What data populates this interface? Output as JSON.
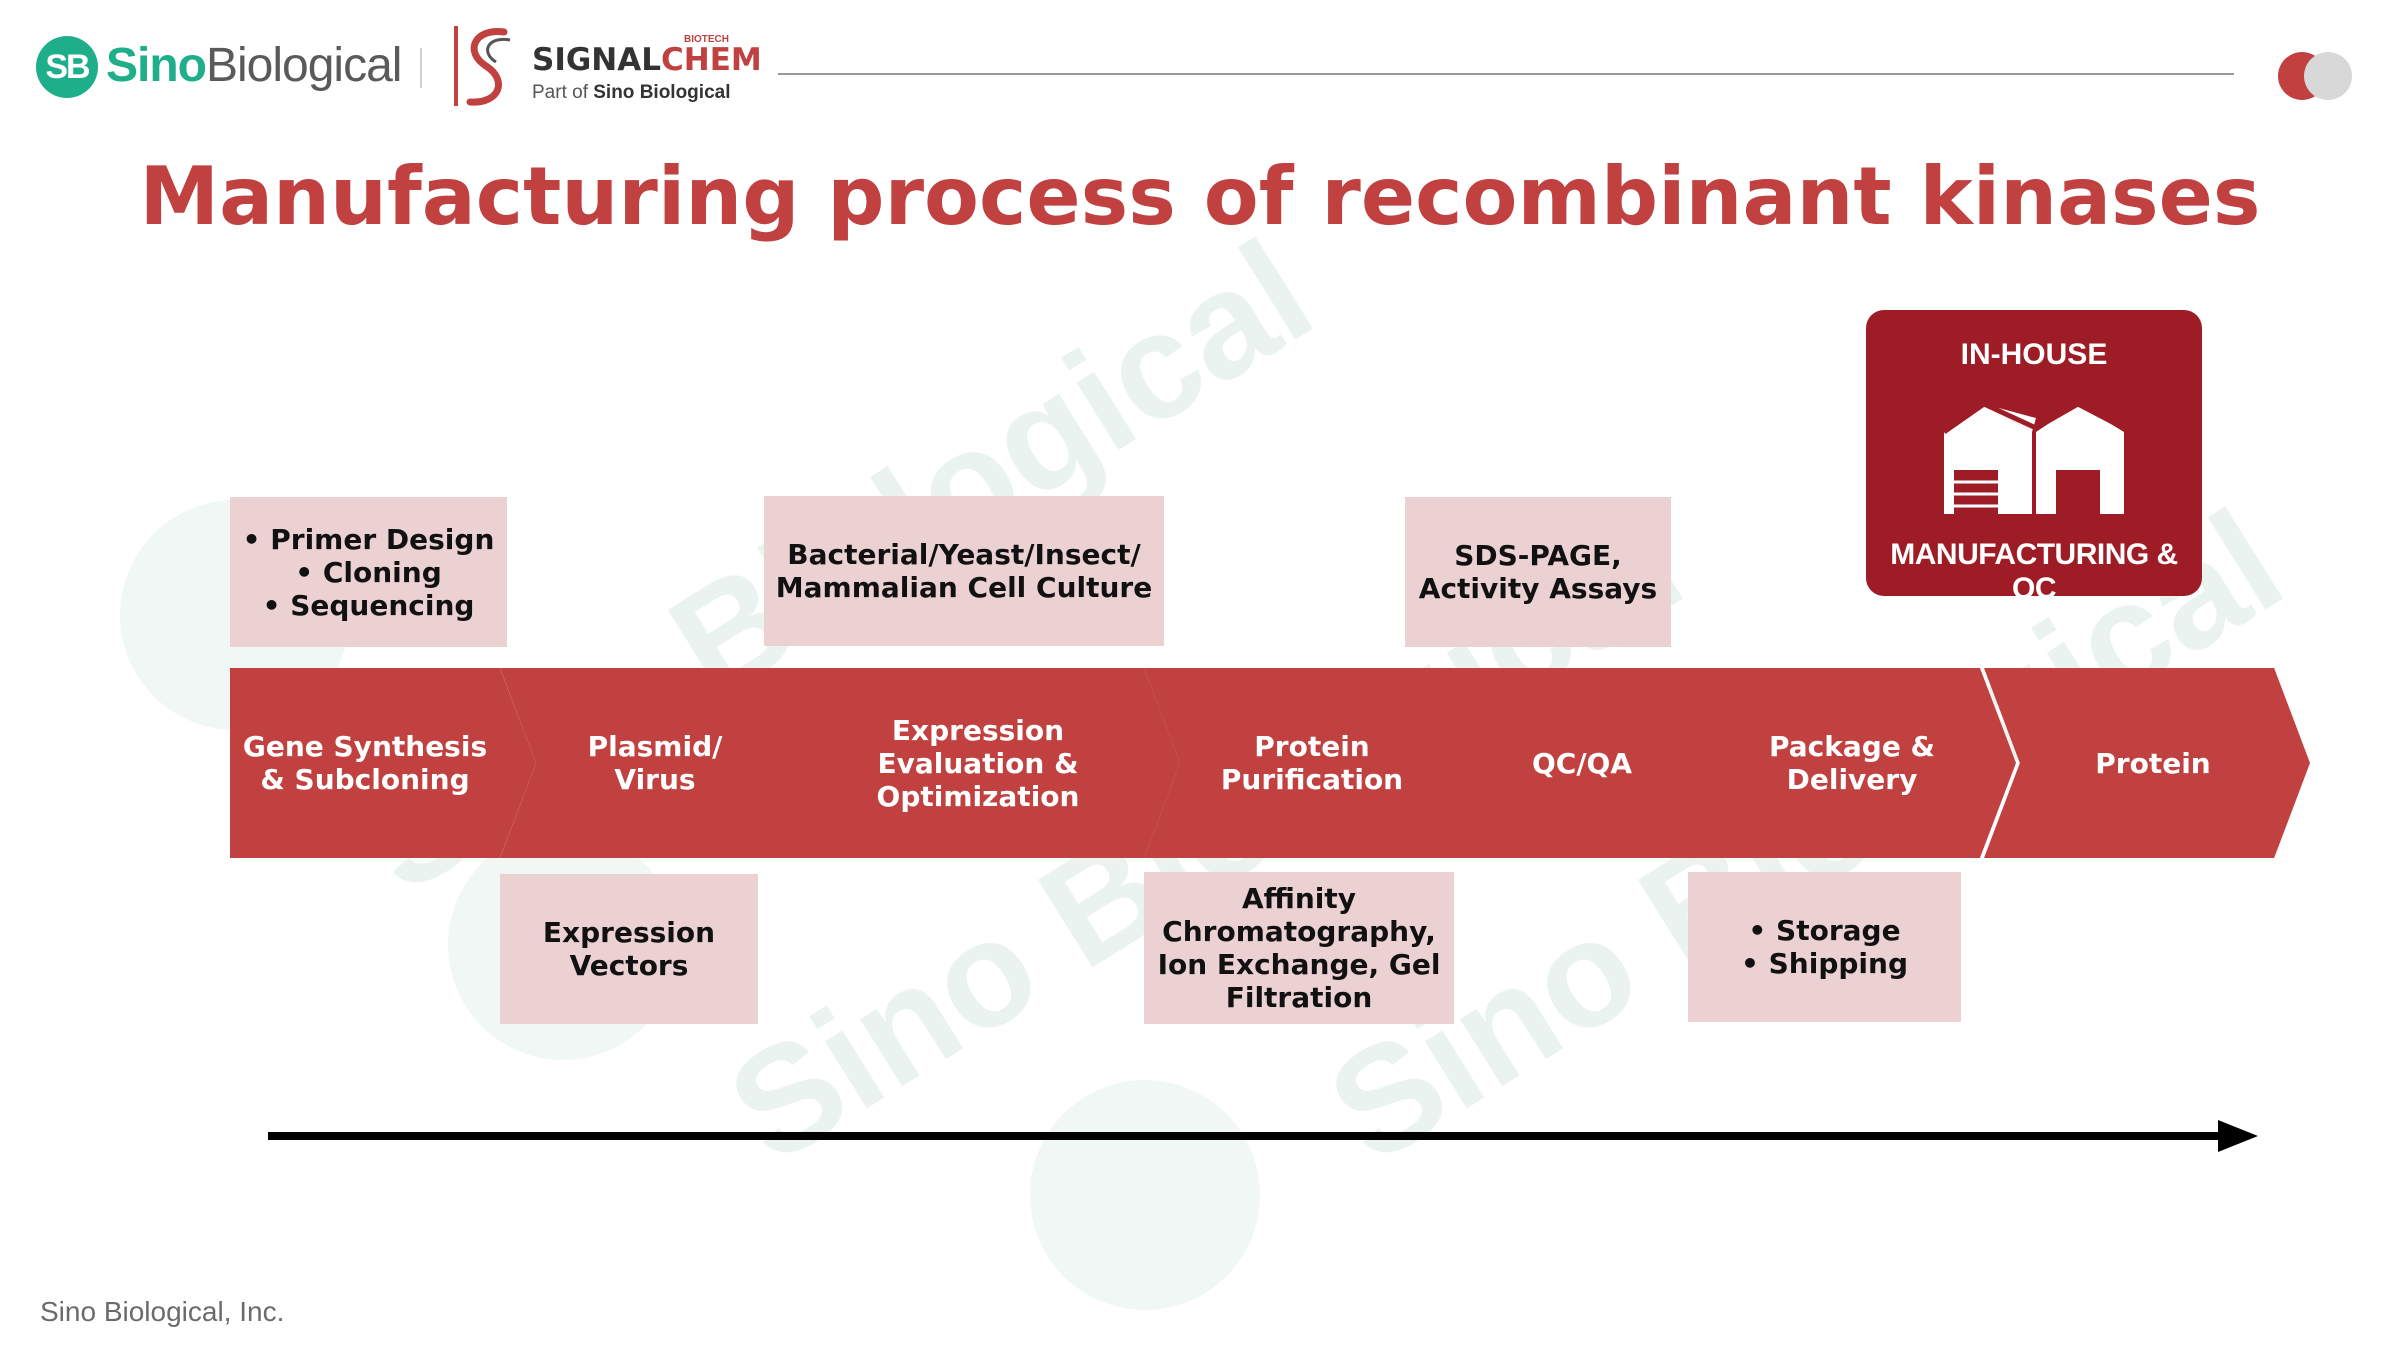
{
  "header": {
    "sino_logo_mark": "SB",
    "sino_brand_bold": "Sino",
    "sino_brand_light": "Biological",
    "signalchem_signal": "SIGNAL",
    "signalchem_chem": "CHEM",
    "signalchem_biotech": "BIOTECH",
    "signalchem_sub_prefix": "Part of ",
    "signalchem_sub_bold": "Sino Biological",
    "watermark_text": "Sino Biological",
    "colors": {
      "brand_green": "#1fae8a",
      "brand_red": "#c0413f",
      "badge_red": "#9e1c25",
      "note_pink": "#ecd1d2"
    }
  },
  "title": "Manufacturing process of recombinant kinases",
  "badge": {
    "top_label": "IN-HOUSE",
    "bottom_label": "MANUFACTURING & QC",
    "icon": "factory-icon"
  },
  "steps": [
    {
      "lines": [
        "Gene Synthesis",
        "& Subcloning"
      ]
    },
    {
      "lines": [
        "Plasmid/",
        "Virus"
      ]
    },
    {
      "lines": [
        "Expression",
        "Evaluation &",
        "Optimization"
      ]
    },
    {
      "lines": [
        "Protein",
        "Purification"
      ]
    },
    {
      "lines": [
        "QC/QA"
      ]
    },
    {
      "lines": [
        "Package &",
        "Delivery"
      ]
    },
    {
      "lines": [
        "Protein"
      ]
    }
  ],
  "notes": {
    "gene": [
      "• Primer Design",
      "• Cloning",
      "• Sequencing"
    ],
    "culture": [
      "Bacterial/Yeast/Insect/",
      "Mammalian Cell Culture"
    ],
    "assays": [
      "SDS-PAGE,",
      "Activity Assays"
    ],
    "vectors": [
      "Expression",
      "Vectors"
    ],
    "purification": [
      "Affinity",
      "Chromatography,",
      "Ion Exchange, Gel",
      "Filtration"
    ],
    "shipping": [
      "• Storage",
      "• Shipping"
    ]
  },
  "footer": "Sino Biological, Inc."
}
